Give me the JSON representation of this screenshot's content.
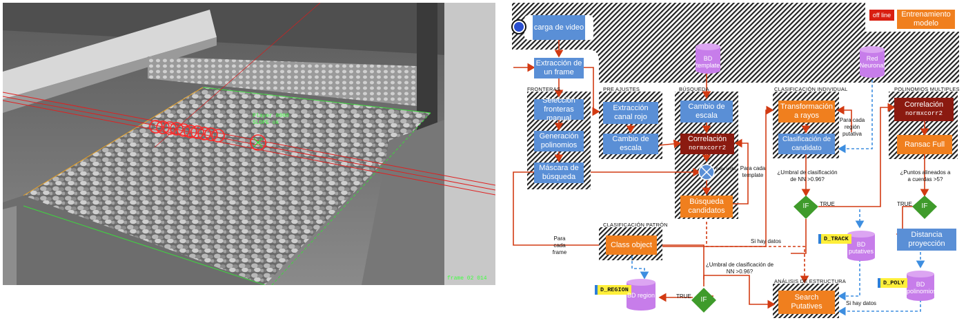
{
  "photo": {
    "overlay_lines": [
      "Player 0000",
      "SLOPE ok"
    ],
    "timestamp": "frame 02 014"
  },
  "diagram": {
    "carga_video": "carga de video",
    "extraccion_frame": "Extracción de un frame",
    "offline_badge": "off line",
    "entrenamiento": "Entrenamiento modelo",
    "bd_template": "BD template",
    "red_neuronal": "Red Neuronal",
    "sections": {
      "fronteras": "FRONTERAS",
      "pre_ajustes": "PRE AJUSTES",
      "busqueda": "BÚSQUEDA",
      "clasificacion_individual": "CLASIFICACIÓN INDIVIDUAL",
      "polinomios_multiples": "POLINOMIOS MULTIPLES",
      "clasificacion_patron": "CLASIFICACIÓN PATRÓN",
      "analisis_estructura": "ANÁLISIS DE ESTRUCTURA"
    },
    "seleccion_fronteras": "Selección fronteras manual",
    "generacion_polinomios": "Generación polinomios",
    "mascara_busqueda": "Máscara de búsqueda",
    "extraccion_canal": "Extracción canal rojo",
    "cambio_escala_pre": "Cambio de escala",
    "cambio_escala_busq": "Cambio de escala",
    "correlacion_busq": "Correlación",
    "normxcorr2_busq": "normxcorr2",
    "busqueda_candidatos": "Búsqueda candidatos",
    "para_cada_template": "Para cada template",
    "small_note": "color umbr.",
    "transformacion_rayos": "Transformación a rayos",
    "clasificacion_candidato": "Clasificación de candidato",
    "para_cada_region": "Para cada región putativa",
    "umbral_nn_1": "¿Umbral de clasificación de NN >0.96?",
    "if_1": "IF",
    "true_1": "TRUE",
    "correlacion_poly": "Correlación",
    "normxcorr2_poly": "normxcorr2",
    "ransac": "Ransac Full",
    "puntos_alineados": "¿Puntos alineados a a cuerdas >5?",
    "if_2": "IF",
    "true_2": "TRUE",
    "distancia_proyeccion": "Distancia proyección",
    "d_track": "D_TRACK",
    "bd_putatives": "BD putatives",
    "d_poly": "D_POLY",
    "bd_polinomios": "BD polinomios",
    "para_cada_frame": "Para cada frame",
    "class_object": "Class object",
    "d_region": "D_REGION",
    "bd_region": "BD region",
    "si_hay_datos_1": "Si hay datos",
    "umbral_nn_2": "¿Umbral de clasificación de NN >0.96?",
    "if_3": "IF",
    "true_3": "TRUE",
    "search_putatives": "Search Putatives",
    "si_hay_datos_2": "Si hay datos"
  },
  "colors": {
    "process_blue": "#5a8fd6",
    "process_orange": "#f07f1e",
    "process_darkred": "#8b1a10",
    "decision_green": "#3f9b2b",
    "database_violet": "#c77dea",
    "arrow_red": "#d23a12",
    "arrow_dashed_blue": "#3d8ee0",
    "tag_yellow": "#ffef3a"
  }
}
